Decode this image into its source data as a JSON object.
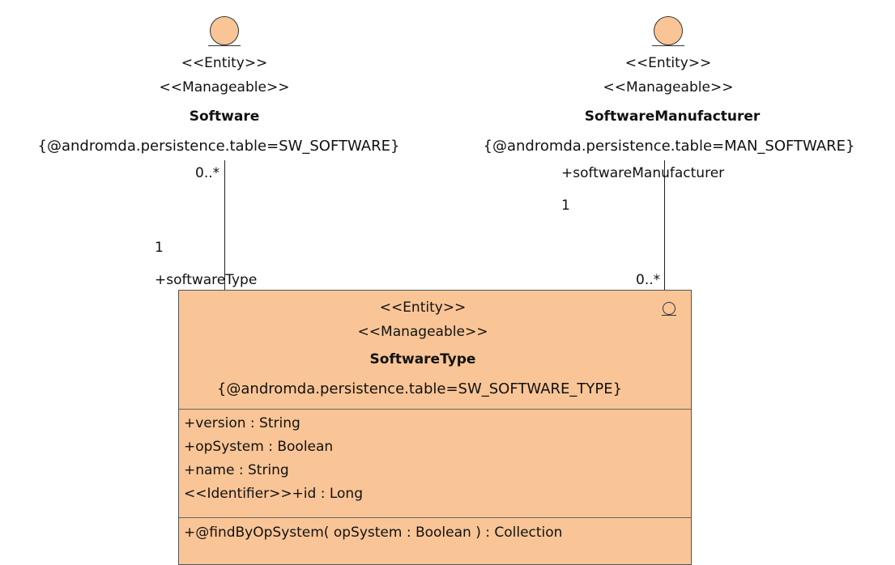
{
  "software": {
    "stereotype_entity": "<<Entity>>",
    "stereotype_manageable": "<<Manageable>>",
    "name": "Software",
    "tagged_value": "{@andromda.persistence.table=SW_SOFTWARE}"
  },
  "manufacturer": {
    "stereotype_entity": "<<Entity>>",
    "stereotype_manageable": "<<Manageable>>",
    "name": "SoftwareManufacturer",
    "tagged_value": "{@andromda.persistence.table=MAN_SOFTWARE}"
  },
  "association_software": {
    "top_multiplicity": "0..*",
    "bottom_multiplicity": "1",
    "role": "+softwareType"
  },
  "association_manufacturer": {
    "role": "+softwareManufacturer",
    "top_multiplicity": "1",
    "bottom_multiplicity": "0..*"
  },
  "software_type": {
    "stereotype_entity": "<<Entity>>",
    "stereotype_manageable": "<<Manageable>>",
    "name": "SoftwareType",
    "tagged_value": "{@andromda.persistence.table=SW_SOFTWARE_TYPE}",
    "attributes": [
      "+version : String",
      "+opSystem : Boolean",
      "+name : String",
      "<<Identifier>>+id : Long"
    ],
    "operations": [
      "+@findByOpSystem( opSystem : Boolean ) : Collection"
    ]
  },
  "colors": {
    "entity_fill": "#f9c596",
    "line": "#222222"
  }
}
